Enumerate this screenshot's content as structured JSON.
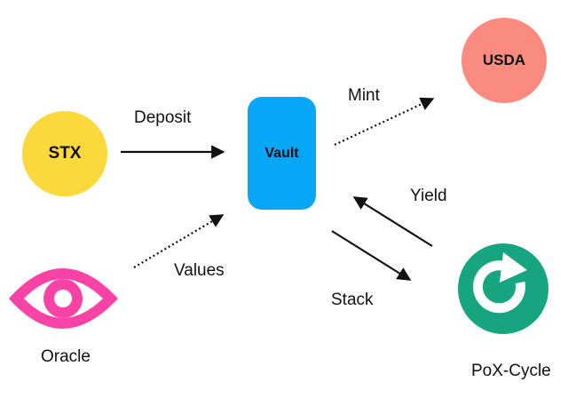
{
  "nodes": {
    "stx": {
      "label": "STX",
      "color": "#fbd93c"
    },
    "vault": {
      "label": "Vault",
      "color": "#08a6f6"
    },
    "usda": {
      "label": "USDA",
      "color": "#fa8b7e"
    },
    "oracle": {
      "label": "Oracle",
      "icon": "eye-icon",
      "color": "#f842a6"
    },
    "pox_cycle": {
      "label": "PoX-Cycle",
      "icon": "refresh-cycle-icon",
      "color": "#16a57e"
    }
  },
  "edges": {
    "deposit": {
      "label": "Deposit",
      "style": "solid"
    },
    "mint": {
      "label": "Mint",
      "style": "dotted"
    },
    "values": {
      "label": "Values",
      "style": "dotted"
    },
    "yield": {
      "label": "Yield",
      "style": "solid"
    },
    "stack": {
      "label": "Stack",
      "style": "solid"
    }
  }
}
